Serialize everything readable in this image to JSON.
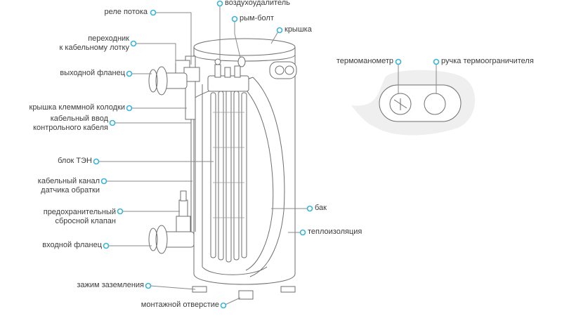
{
  "labels": {
    "flow_relay": "реле потока",
    "air_vent": "воздухоудалитель",
    "eye_bolt": "рым-болт",
    "lid": "крышка",
    "adapter_line1": "переходник",
    "adapter_line2": "к кабельному лотку",
    "outlet_flange": "выходной фланец",
    "terminal_cover": "крышка клеммной колодки",
    "cable_entry_line1": "кабельный ввод",
    "cable_entry_line2": "контрольного кабеля",
    "heater_block": "блок ТЭН",
    "cable_channel_line1": "кабельный канал",
    "cable_channel_line2": "датчика обратки",
    "safety_valve_line1": "предохранительный",
    "safety_valve_line2": "сбросной клапан",
    "inlet_flange": "входной фланец",
    "ground_clamp": "зажим заземления",
    "mount_hole": "монтажной отверстие",
    "tank": "бак",
    "insulation": "теплоизоляция",
    "thermomanometer": "термоманометр",
    "limiter_handle": "ручка термоограничителя"
  },
  "colors": {
    "accent": "#39b4d6",
    "line": "#8a8a8a",
    "text": "#3c3c3c"
  }
}
